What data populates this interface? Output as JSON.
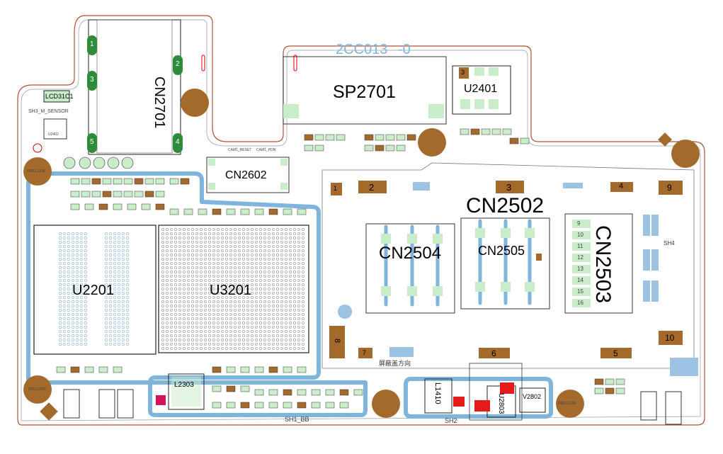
{
  "board": {
    "part_number": "2CC013",
    "revision": "-0",
    "colors": {
      "copper": "#a36a2c",
      "green_pad": "#2e8b3a",
      "shield": "#7fb4dc",
      "outline": "#b05030"
    }
  },
  "components": {
    "cn2701": "CN2701",
    "sp2701": "SP2701",
    "u2401": "U2401",
    "cn2602": "CN2602",
    "cn2502": "CN2502",
    "cn2504": "CN2504",
    "cn2505": "CN2505",
    "cn2503": "CN2503",
    "u2201": "U2201",
    "u3201": "U3201",
    "l2303": "L2303",
    "l1410": "L1410",
    "v2802": "V2802",
    "u2803": "U2803",
    "lcd31c1": "LCD31C1",
    "u2402": "U2402",
    "sh3_label": "SH3_M_SENSOR",
    "sh4": "SH4",
    "sh1": "SH1_BB",
    "sh2": "SH2",
    "shield_direction": "屏蔽盖方向",
    "dril_a": "DRILL3106",
    "dril_b": "DRILL3108",
    "cam_reset": "CAM1_RESET",
    "cam_pdn": "CAM1_PDN"
  },
  "cn2701_pins": [
    "1",
    "2",
    "3",
    "4",
    "5"
  ],
  "cn2502_pins": [
    "1",
    "2",
    "3",
    "4",
    "5",
    "6",
    "7",
    "8",
    "9",
    "10"
  ],
  "cn2503_pins": [
    "9",
    "10",
    "11",
    "12",
    "13",
    "14",
    "15",
    "16"
  ],
  "u2401_pin": "3"
}
